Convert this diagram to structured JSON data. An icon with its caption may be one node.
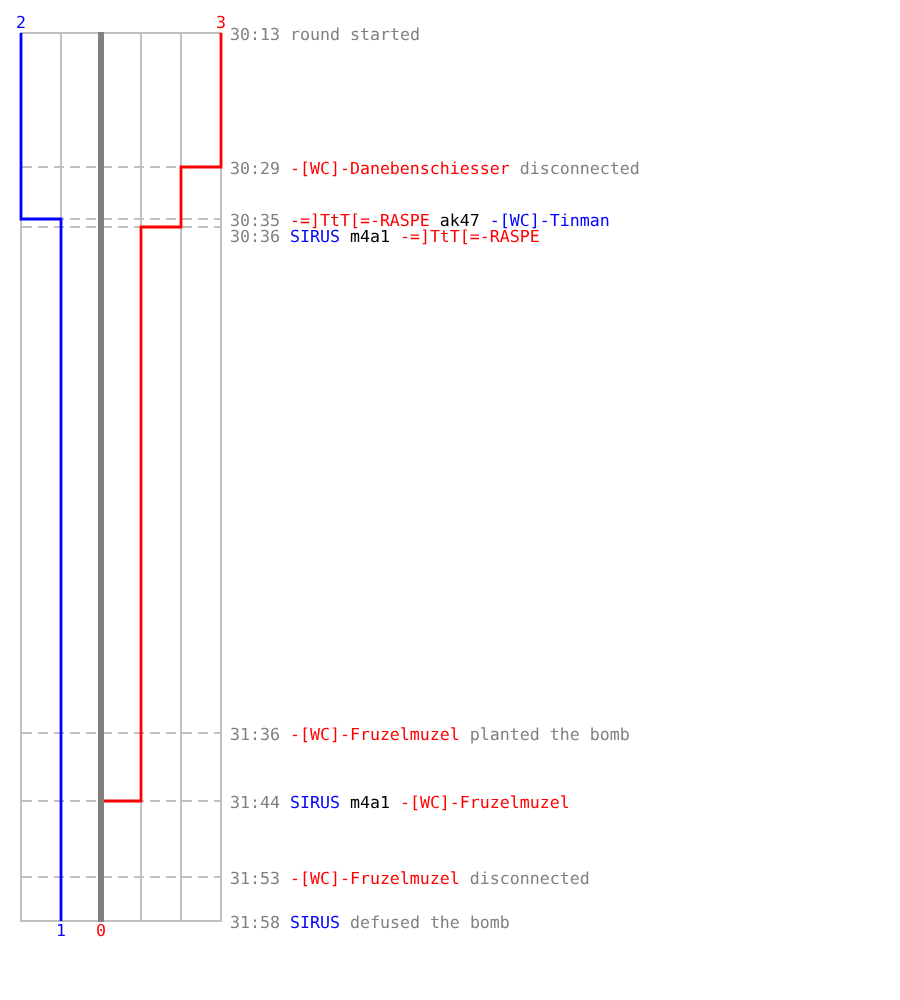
{
  "diagram": {
    "labels": [
      "2",
      "3",
      "30:13 round started",
      "30:29 -[WC]-Danebenschiesser disconnected",
      "30:35 -=]TtT[=-RASPE ak47 -[WC]-Tinman",
      "30:36 SIRUS m4a1 -=]TtT[=-RASPE",
      "31:36 -[WC]-Fruzelmuzel planted the bomb",
      "31:44 SIRUS m4a1 -[WC]-Fruzelmuzel",
      "31:53 -[WC]-Fruzelmuzel disconnected",
      "31:58 SIRUS defused the bomb",
      "1",
      "0"
    ]
  }
}
